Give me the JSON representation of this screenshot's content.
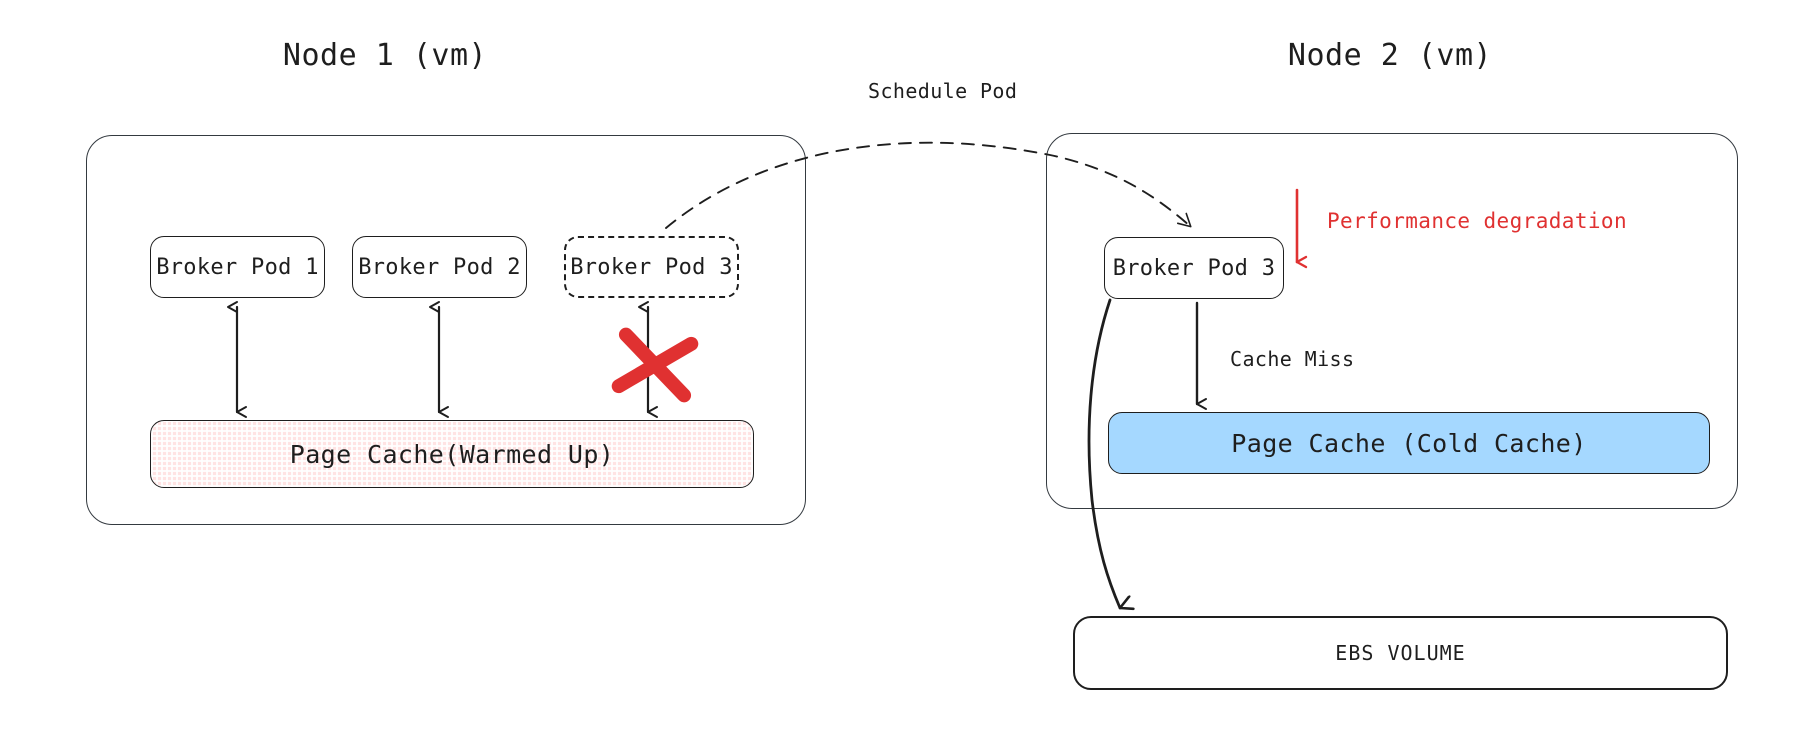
{
  "diagram": {
    "title_left": "Node 1 (vm)",
    "title_right": "Node 2 (vm)",
    "colors": {
      "stroke": "#1e1e1e",
      "warm_cache_fill": "#ffe3e3",
      "cold_cache_fill": "#a5d8ff",
      "alert_red": "#e03131",
      "background": "#ffffff"
    }
  },
  "node1": {
    "title": "Node 1 (vm)",
    "pods": [
      {
        "label": "Broker Pod 1",
        "state": "running"
      },
      {
        "label": "Broker Pod 2",
        "state": "running"
      },
      {
        "label": "Broker Pod 3",
        "state": "evicted"
      }
    ],
    "cache": {
      "label": "Page Cache(Warmed Up)",
      "state": "warm"
    }
  },
  "node2": {
    "title": "Node 2 (vm)",
    "pods": [
      {
        "label": "Broker Pod 3",
        "state": "scheduled"
      }
    ],
    "cache": {
      "label": "Page Cache (Cold Cache)",
      "state": "cold"
    }
  },
  "storage": {
    "label": "EBS VOLUME"
  },
  "edges": {
    "schedule_pod": "Schedule Pod",
    "cache_miss": "Cache Miss",
    "performance_degradation": "Performance degradation"
  },
  "markers": {
    "broken_link": "red-cross-mark"
  }
}
